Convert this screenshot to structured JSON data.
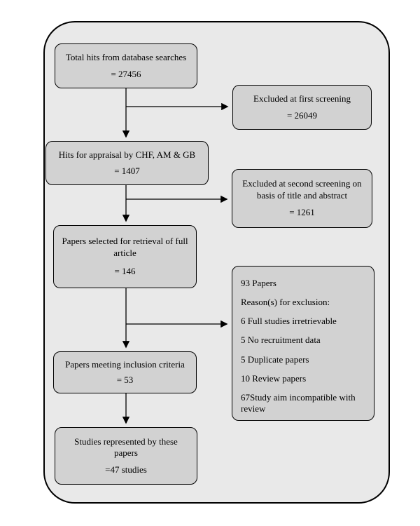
{
  "colors": {
    "page_bg": "#ffffff",
    "container_fill": "#e9e9e9",
    "box_fill": "#d2d2d2",
    "border": "#000000"
  },
  "flow_boxes": [
    {
      "line1": "Total hits from database searches",
      "line2": "= 27456"
    },
    {
      "line1": "Hits for appraisal by CHF, AM & GB",
      "line2": "= 1407"
    },
    {
      "line1": "Papers selected for retrieval of full article",
      "line2": "= 146"
    },
    {
      "line1": "Papers meeting inclusion criteria",
      "line2": "= 53"
    },
    {
      "line1": "Studies represented by these papers",
      "line2": "=47 studies"
    }
  ],
  "exclusion_boxes": [
    {
      "line1": "Excluded at first screening",
      "line2": "= 26049"
    },
    {
      "line1": "Excluded at second screening on basis of title and abstract",
      "line2": "= 1261"
    }
  ],
  "exclusion_detail_box": {
    "lines": [
      "93 Papers",
      "Reason(s) for exclusion:",
      "6 Full studies irretrievable",
      "5 No recruitment data",
      "5 Duplicate papers",
      "10 Review papers",
      "67Study aim incompatible with review"
    ]
  }
}
